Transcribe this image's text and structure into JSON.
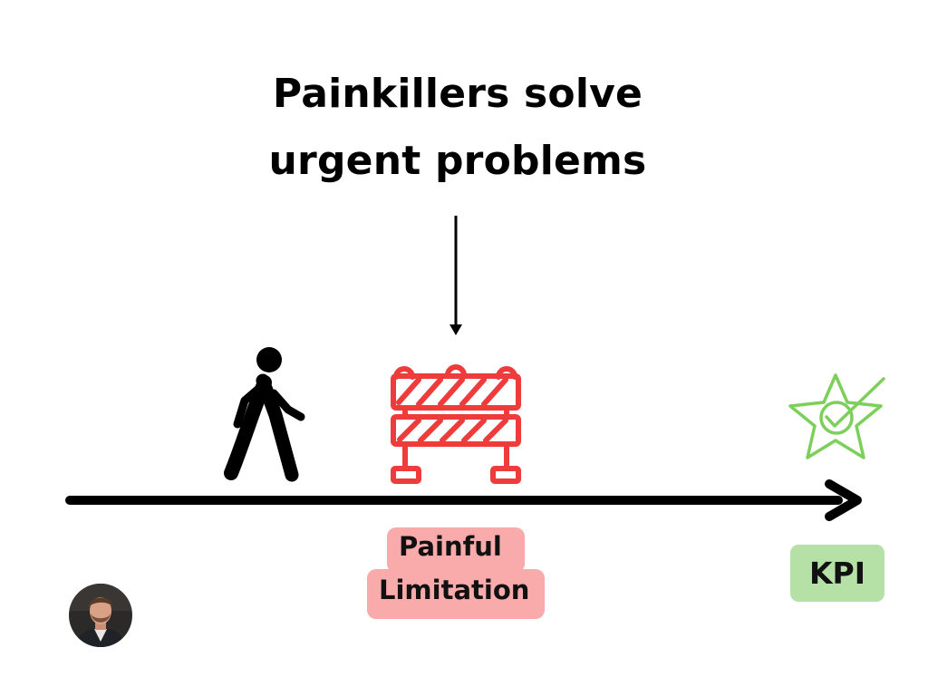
{
  "title": {
    "line1": "Painkillers solve",
    "line2": "urgent problems"
  },
  "obstacle_label": {
    "line1": "Painful",
    "line2": "Limitation"
  },
  "goal_label": "KPI",
  "icons": {
    "walker": "person-walking-icon",
    "obstacle": "road-barrier-icon",
    "goal": "star-checkmark-icon",
    "avatar": "author-avatar"
  },
  "colors": {
    "obstacle": "#ee3b3b",
    "obstacle_label_bg": "#f9aaaa",
    "goal": "#7ccf5a",
    "goal_label_bg": "#b6e1a6",
    "axis": "#000000"
  }
}
